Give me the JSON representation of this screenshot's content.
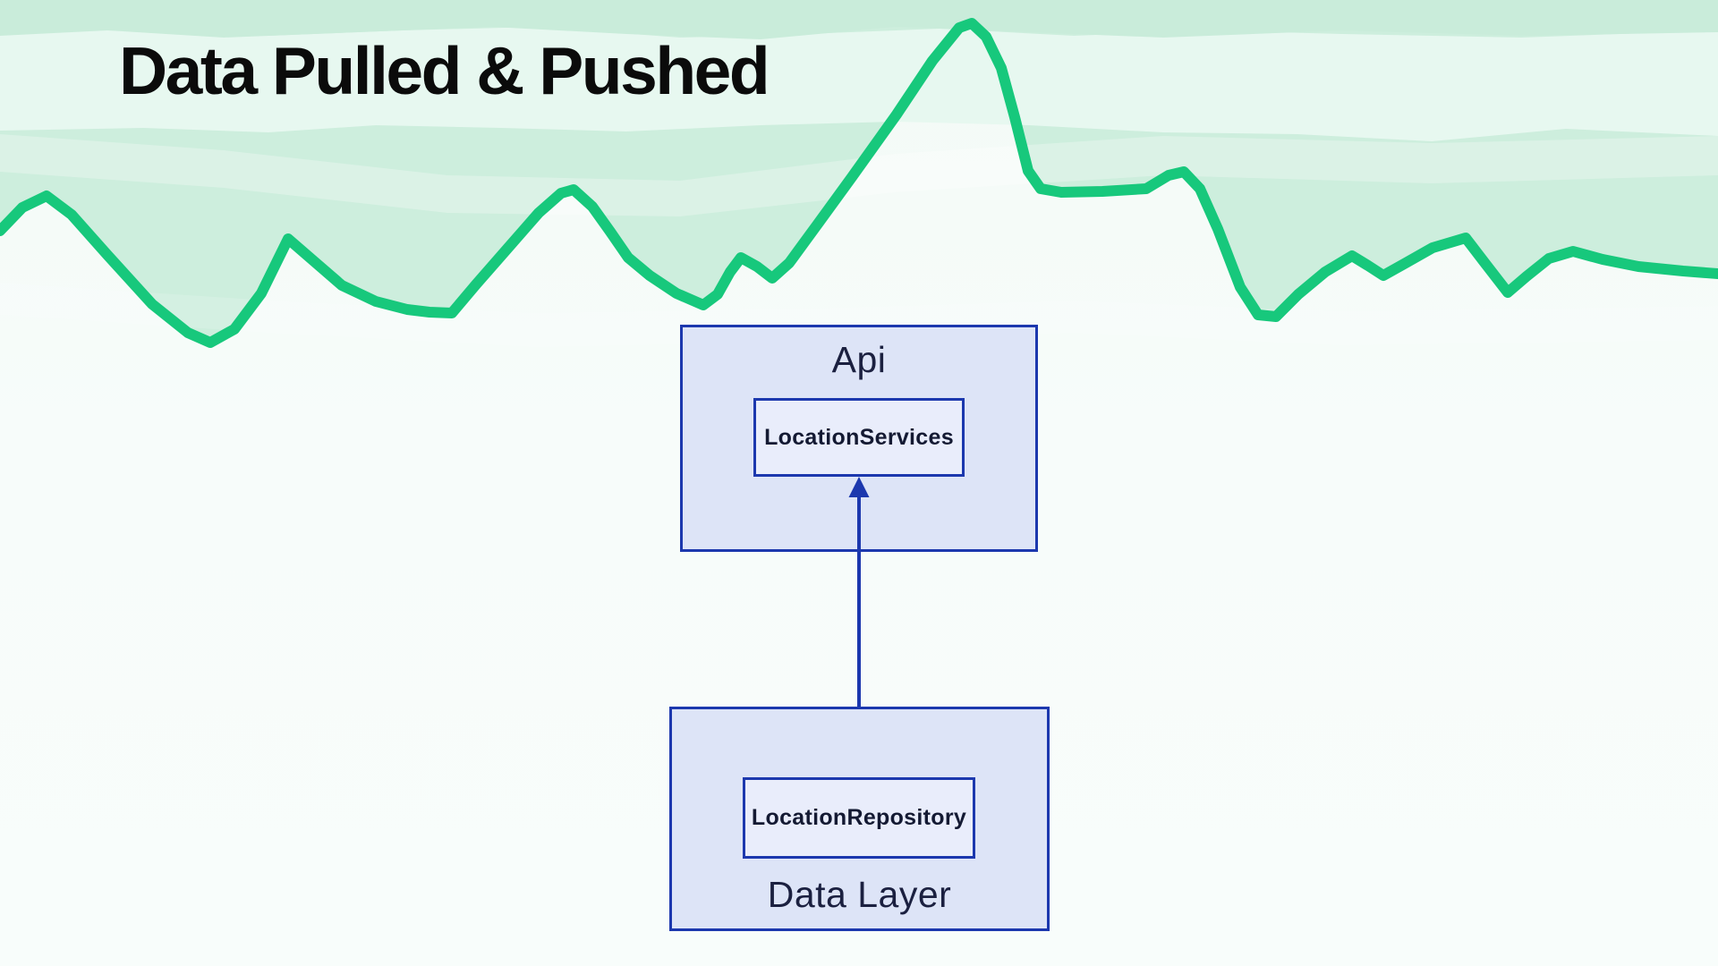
{
  "slide": {
    "title": "Data Pulled & Pushed"
  },
  "diagram": {
    "api": {
      "label": "Api",
      "component": "LocationServices"
    },
    "data_layer": {
      "label": "Data Layer",
      "component": "LocationRepository"
    },
    "connector": {
      "type": "bidirectional-arrow",
      "between": [
        "LocationServices",
        "LocationRepository"
      ]
    }
  },
  "colors": {
    "accent_green": "#17c87c",
    "mint_fill": "#cdeedd",
    "mint_band_top": "#c9ecda",
    "light_band": "#e7f8f0",
    "page_background": "#f7fcfa",
    "box_fill": "#dde4f7",
    "inner_box_fill": "#e9edfb",
    "box_border": "#1c38ae",
    "arrow_blue": "#1c38ae",
    "label_text": "#1b2040",
    "title_text": "#0b0b0b"
  }
}
